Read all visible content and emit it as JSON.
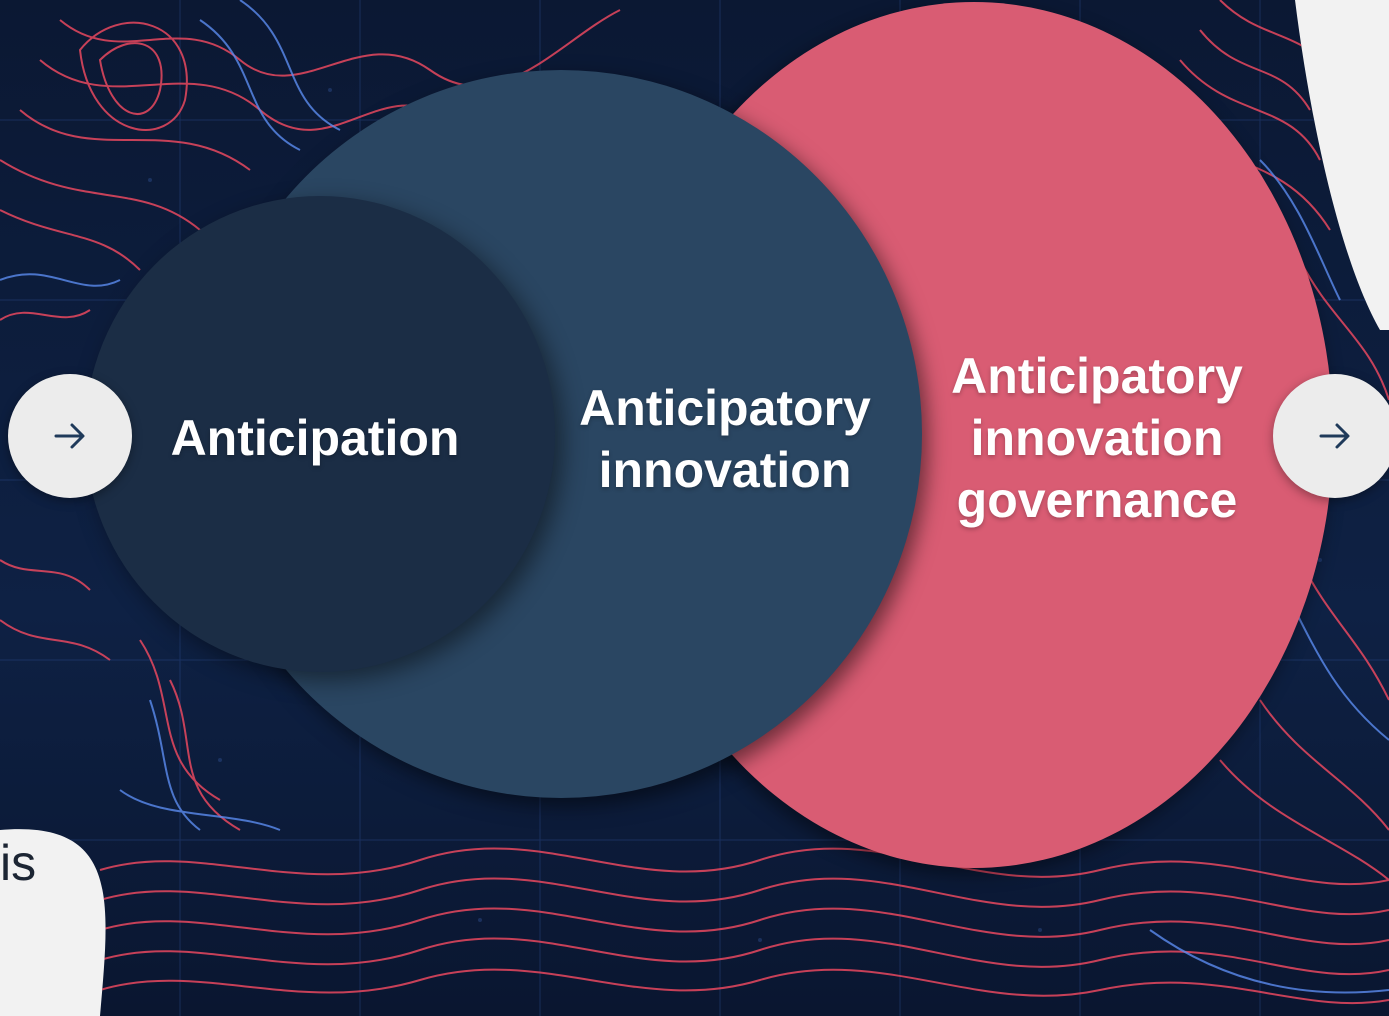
{
  "colors": {
    "background_dark": "#0d1a33",
    "contour_red": "#e8485f",
    "contour_blue": "#4a7fe0",
    "circle_anticipation": "#1b2d45",
    "circle_innovation": "#2a4662",
    "circle_governance": "#d95c73",
    "label_text": "#ffffff",
    "nav_button": "#ececec",
    "arrow": "#1f3a5a"
  },
  "side_text": "is",
  "circles": {
    "anticipation": {
      "lines": [
        "Anticipation"
      ]
    },
    "innovation": {
      "lines": [
        "Anticipatory",
        "innovation"
      ]
    },
    "governance": {
      "lines": [
        "Anticipatory",
        "innovation",
        "governance"
      ]
    }
  },
  "nav": {
    "prev_icon": "arrow-right-icon",
    "next_icon": "arrow-right-icon"
  }
}
